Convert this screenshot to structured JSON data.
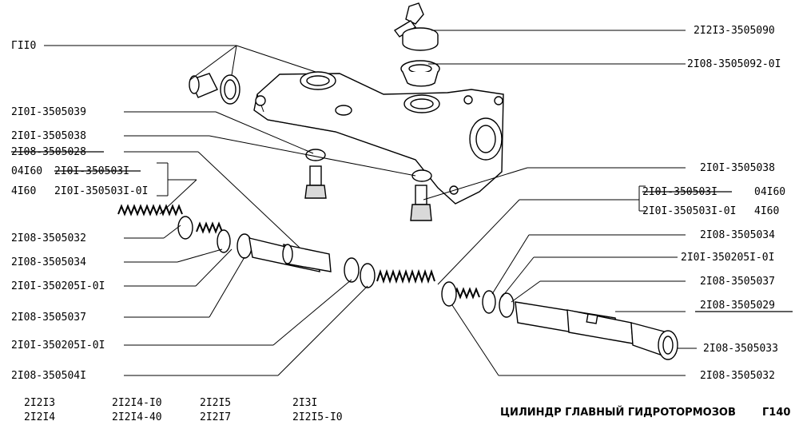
{
  "labels": {
    "l_110": "ГII0",
    "l_3505039": "2I0I-3505039",
    "l_3505038_left": "2I0I-3505038",
    "l_3505028": "2I08-3505028",
    "l_04160_left": "04I60",
    "l_3505031_left": "2I0I-350503I",
    "l_4160_left": "4I60",
    "l_3505031_01_left": "2I0I-350503I-0I",
    "l_3505032_left": "2I08-3505032",
    "l_3505034_left": "2I08-3505034",
    "l_3502051_01_left": "2I0I-350205I-0I",
    "l_3505037_left": "2I08-3505037",
    "l_3502051_01_left2": "2I0I-350205I-0I",
    "l_350504I": "2I08-350504I",
    "r_3505090": "2I2I3-3505090",
    "r_3505092": "2I08-3505092-0I",
    "r_3505038": "2I0I-3505038",
    "r_3505031": "2I0I-350503I",
    "r_04160": "04I60",
    "r_3505031_01": "2I0I-350503I-0I",
    "r_4160": "4I60",
    "r_3505034": "2I08-3505034",
    "r_3502051": "2I0I-350205I-0I",
    "r_3505037": "2I08-3505037",
    "r_3505029": "2I08-3505029",
    "r_3505033": "2I08-3505033",
    "r_3505032": "2I08-3505032"
  },
  "models": {
    "col1": [
      "2I2I3",
      "2I2I4"
    ],
    "col2": [
      "2I2I4-I0",
      "2I2I4-40"
    ],
    "col3": [
      "2I2I5",
      "2I2I7"
    ],
    "col4": [
      "2I3I",
      "2I2I5-I0"
    ]
  },
  "title": "ЦИЛИНДР ГЛАВНЫЙ ГИДРОТОРМОЗОВ",
  "figure_no": "Г140"
}
